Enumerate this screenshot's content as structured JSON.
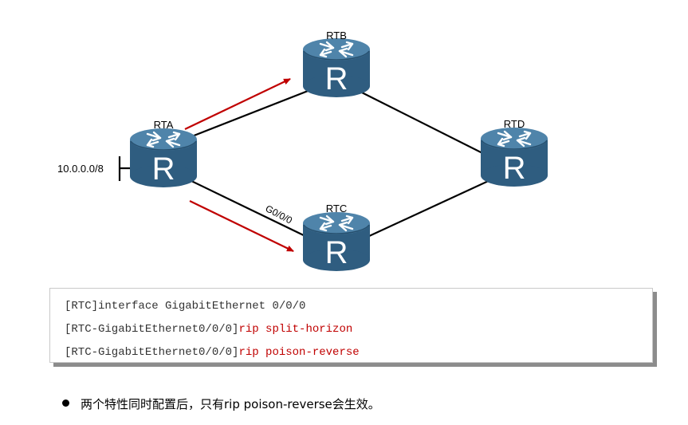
{
  "routers": [
    {
      "id": "RTA",
      "label": "RTA"
    },
    {
      "id": "RTB",
      "label": "RTB"
    },
    {
      "id": "RTC",
      "label": "RTC"
    },
    {
      "id": "RTD",
      "label": "RTD"
    }
  ],
  "router_symbol": "R",
  "network_label": "10.0.0.0/8",
  "interface_label": "G0/0/0",
  "colors": {
    "router_body": "#2f5d80",
    "router_top": "#4f84aa",
    "link": "#000000",
    "arrow": "#c00000",
    "command": "#c00000"
  },
  "code": {
    "line1": {
      "prompt": "[RTC]interface GigabitEthernet 0/0/0",
      "command": ""
    },
    "line2": {
      "prompt": "[RTC-GigabitEthernet0/0/0]",
      "command": "rip split-horizon"
    },
    "line3": {
      "prompt": "[RTC-GigabitEthernet0/0/0]",
      "command": "rip poison-reverse"
    }
  },
  "note": "两个特性同时配置后，只有rip poison-reverse会生效。"
}
